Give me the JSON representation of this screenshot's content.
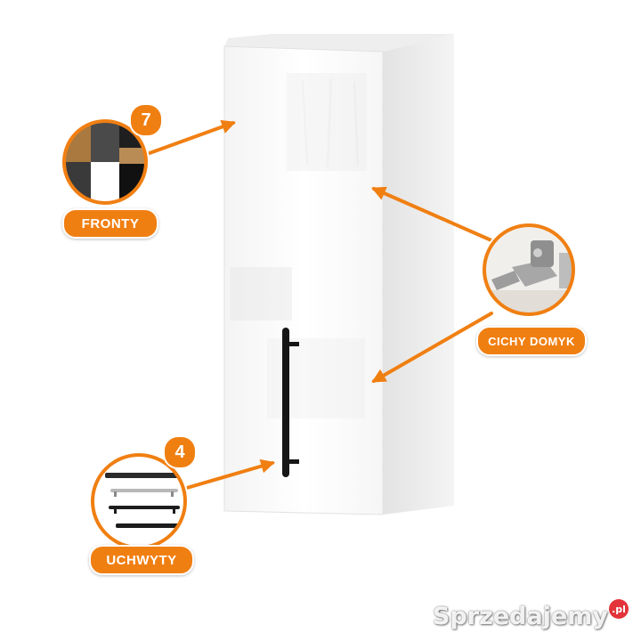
{
  "image": {
    "subject": "white glossy wall cabinet with black bar handle",
    "accent_color": "#f07f12"
  },
  "callouts": {
    "fronts": {
      "count": "7",
      "label": "FRONTY"
    },
    "hinge": {
      "label": "CICHY DOMYK"
    },
    "handles": {
      "count": "4",
      "label": "UCHWYTY"
    }
  },
  "watermark": {
    "text": "Sprzedajemy",
    "suffix": ".pl"
  }
}
